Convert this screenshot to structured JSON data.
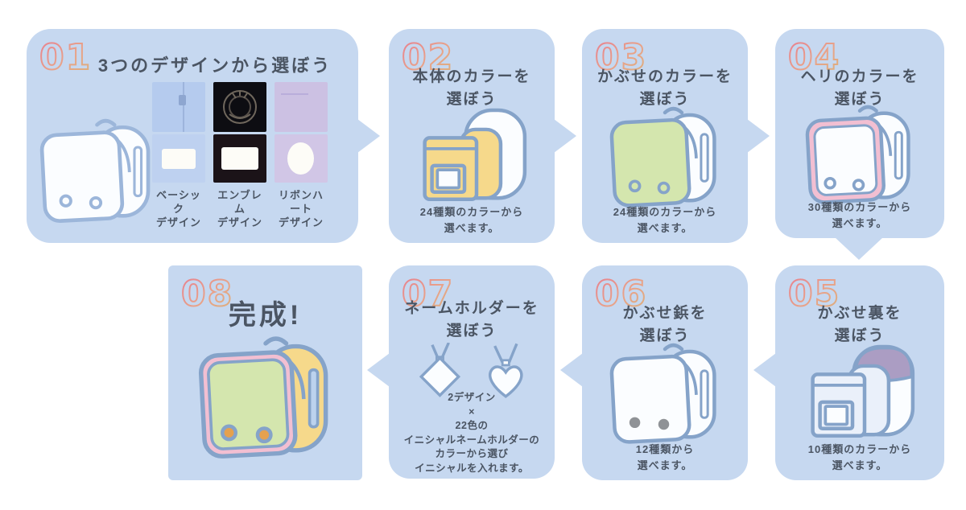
{
  "colors": {
    "card_background": "#c6d8f0",
    "illustration_outline": "#85a3c9",
    "text": "#4b5563",
    "number_gradient_start": "#e87e90",
    "number_gradient_end": "#d9b27b",
    "body_yellow": "#f6d98b",
    "flap_green": "#d4e6ae",
    "trim_pink": "#f2bfd2",
    "lining_purple": "#ab9dc3",
    "stud_gray": "#8f9296",
    "stud_orange": "#e5a14e"
  },
  "steps": [
    {
      "number": "01",
      "title": "3つのデザインから選ぼう",
      "designs": [
        {
          "line1": "ベーシック",
          "line2": "デザイン"
        },
        {
          "line1": "エンブレム",
          "line2": "デザイン"
        },
        {
          "line1": "リボンハート",
          "line2": "デザイン"
        }
      ]
    },
    {
      "number": "02",
      "title1": "本体のカラーを",
      "title2": "選ぼう",
      "cap1": "24種類のカラーから",
      "cap2": "選べます。"
    },
    {
      "number": "03",
      "title1": "かぶせのカラーを",
      "title2": "選ぼう",
      "cap1": "24種類のカラーから",
      "cap2": "選べます。"
    },
    {
      "number": "04",
      "title1": "ヘリのカラーを",
      "title2": "選ぼう",
      "cap1": "30種類のカラーから",
      "cap2": "選べます。"
    },
    {
      "number": "05",
      "title1": "かぶせ裏を",
      "title2": "選ぼう",
      "cap1": "10種類のカラーから",
      "cap2": "選べます。"
    },
    {
      "number": "06",
      "title1": "かぶせ鋲を",
      "title2": "選ぼう",
      "cap1": "12種類から",
      "cap2": "選べます。"
    },
    {
      "number": "07",
      "title1": "ネームホルダーを",
      "title2": "選ぼう",
      "caption": [
        "2デザイン",
        "×",
        "22色の",
        "イニシャルネームホルダーの",
        "カラーから選び",
        "イニシャルを入れます。"
      ]
    },
    {
      "number": "08",
      "title": "完成!"
    }
  ]
}
